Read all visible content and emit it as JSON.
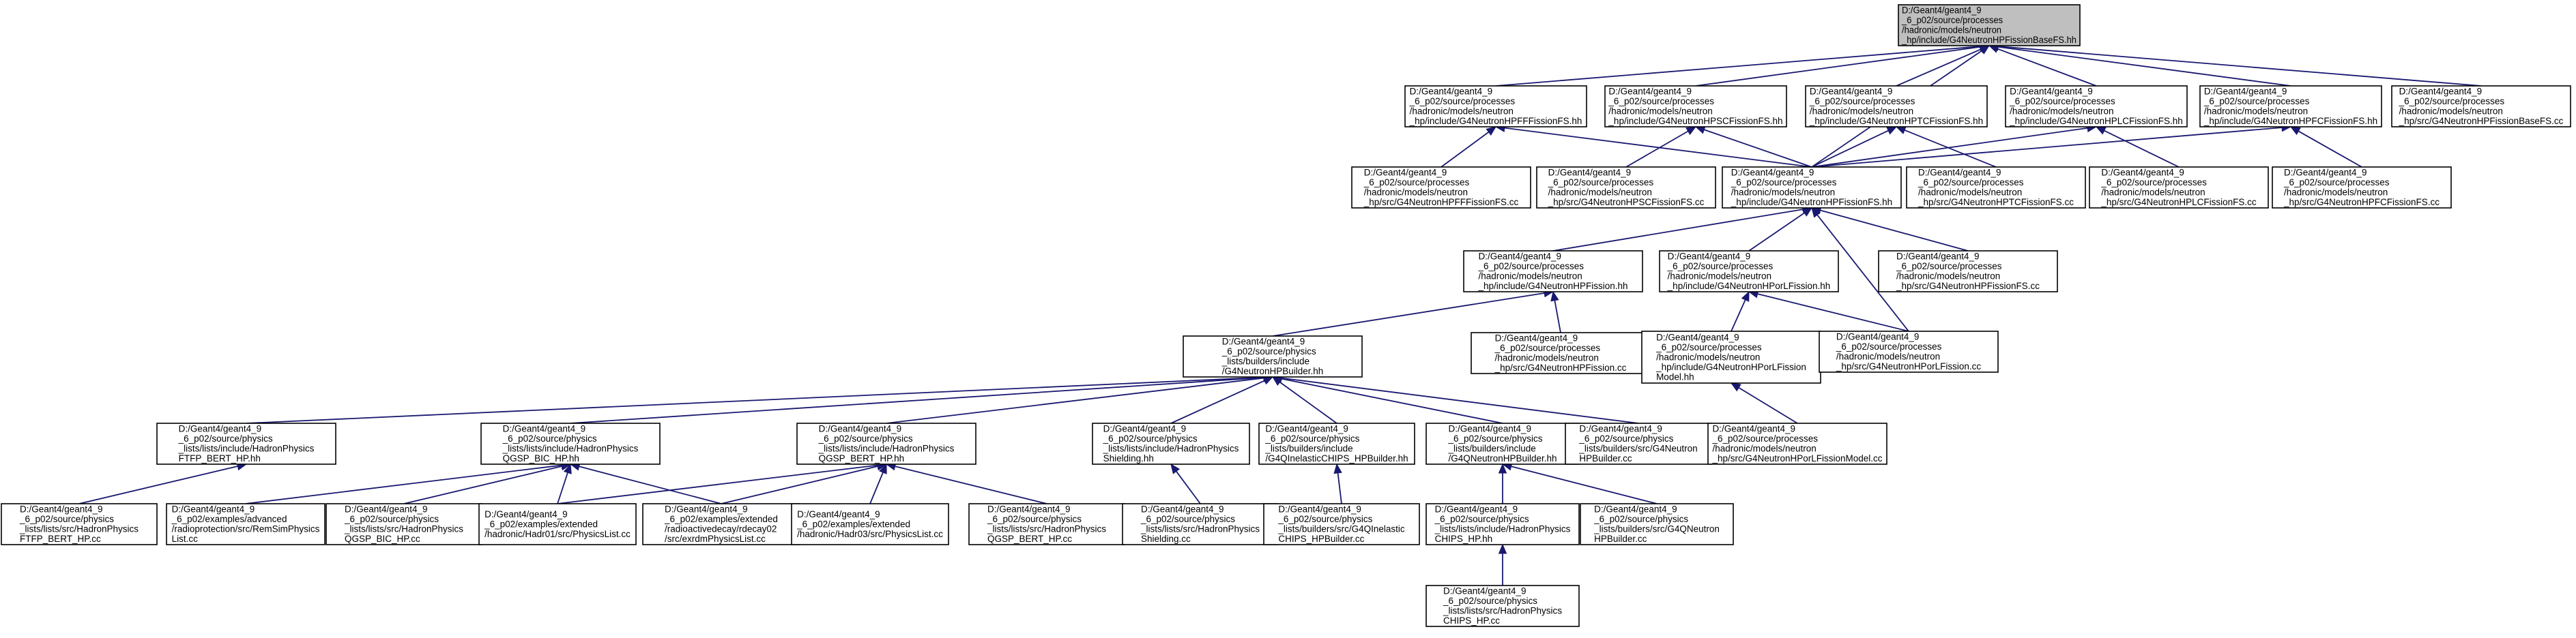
{
  "diagram": {
    "colors": {
      "edge": "#191970",
      "root_fill": "#bfbfbf",
      "node_fill": "#ffffff",
      "node_border": "#000000"
    },
    "nodes": [
      {
        "id": "root",
        "lines": [
          "D:/Geant4/geant4_9",
          "_6_p02/source/processes",
          "/hadronic/models/neutron",
          "_hp/include/G4NeutronHPFissionBaseFS.hh"
        ]
      },
      {
        "id": "ffffs_hh",
        "lines": [
          "D:/Geant4/geant4_9",
          "_6_p02/source/processes",
          "/hadronic/models/neutron",
          "_hp/include/G4NeutronHPFFFissionFS.hh"
        ]
      },
      {
        "id": "scfs_hh",
        "lines": [
          "D:/Geant4/geant4_9",
          "_6_p02/source/processes",
          "/hadronic/models/neutron",
          "_hp/include/G4NeutronHPSCFissionFS.hh"
        ]
      },
      {
        "id": "tcfs_hh",
        "lines": [
          "D:/Geant4/geant4_9",
          "_6_p02/source/processes",
          "/hadronic/models/neutron",
          "_hp/include/G4NeutronHPTCFissionFS.hh"
        ]
      },
      {
        "id": "lcfs_hh",
        "lines": [
          "D:/Geant4/geant4_9",
          "_6_p02/source/processes",
          "/hadronic/models/neutron",
          "_hp/include/G4NeutronHPLCFissionFS.hh"
        ]
      },
      {
        "id": "fcfs_hh",
        "lines": [
          "D:/Geant4/geant4_9",
          "_6_p02/source/processes",
          "/hadronic/models/neutron",
          "_hp/include/G4NeutronHPFCFissionFS.hh"
        ]
      },
      {
        "id": "basefs_cc",
        "lines": [
          "D:/Geant4/geant4_9",
          "_6_p02/source/processes",
          "/hadronic/models/neutron",
          "_hp/src/G4NeutronHPFissionBaseFS.cc"
        ]
      },
      {
        "id": "ffffs_cc",
        "lines": [
          "D:/Geant4/geant4_9",
          "_6_p02/source/processes",
          "/hadronic/models/neutron",
          "_hp/src/G4NeutronHPFFFissionFS.cc"
        ]
      },
      {
        "id": "scfs_cc",
        "lines": [
          "D:/Geant4/geant4_9",
          "_6_p02/source/processes",
          "/hadronic/models/neutron",
          "_hp/src/G4NeutronHPSCFissionFS.cc"
        ]
      },
      {
        "id": "fissionfs_hh",
        "lines": [
          "D:/Geant4/geant4_9",
          "_6_p02/source/processes",
          "/hadronic/models/neutron",
          "_hp/include/G4NeutronHPFissionFS.hh"
        ]
      },
      {
        "id": "tcfs_cc",
        "lines": [
          "D:/Geant4/geant4_9",
          "_6_p02/source/processes",
          "/hadronic/models/neutron",
          "_hp/src/G4NeutronHPTCFissionFS.cc"
        ]
      },
      {
        "id": "lcfs_cc",
        "lines": [
          "D:/Geant4/geant4_9",
          "_6_p02/source/processes",
          "/hadronic/models/neutron",
          "_hp/src/G4NeutronHPLCFissionFS.cc"
        ]
      },
      {
        "id": "fcfs_cc",
        "lines": [
          "D:/Geant4/geant4_9",
          "_6_p02/source/processes",
          "/hadronic/models/neutron",
          "_hp/src/G4NeutronHPFCFissionFS.cc"
        ]
      },
      {
        "id": "fission_hh",
        "lines": [
          "D:/Geant4/geant4_9",
          "_6_p02/source/processes",
          "/hadronic/models/neutron",
          "_hp/include/G4NeutronHPFission.hh"
        ]
      },
      {
        "id": "porlfission_hh",
        "lines": [
          "D:/Geant4/geant4_9",
          "_6_p02/source/processes",
          "/hadronic/models/neutron",
          "_hp/include/G4NeutronHPorLFission.hh"
        ]
      },
      {
        "id": "fissionfs_cc",
        "lines": [
          "D:/Geant4/geant4_9",
          "_6_p02/source/processes",
          "/hadronic/models/neutron",
          "_hp/src/G4NeutronHPFissionFS.cc"
        ]
      },
      {
        "id": "fission_cc",
        "lines": [
          "D:/Geant4/geant4_9",
          "_6_p02/source/processes",
          "/hadronic/models/neutron",
          "_hp/src/G4NeutronHPFission.cc"
        ]
      },
      {
        "id": "hpbuilder_hh",
        "lines": [
          "D:/Geant4/geant4_9",
          "_6_p02/source/physics",
          "_lists/builders/include",
          "/G4NeutronHPBuilder.hh"
        ]
      },
      {
        "id": "porlfissionmodel_hh",
        "lines": [
          "D:/Geant4/geant4_9",
          "_6_p02/source/processes",
          "/hadronic/models/neutron",
          "_hp/include/G4NeutronHPorLFission",
          "Model.hh"
        ]
      },
      {
        "id": "porlfission_cc",
        "lines": [
          "D:/Geant4/geant4_9",
          "_6_p02/source/processes",
          "/hadronic/models/neutron",
          "_hp/src/G4NeutronHPorLFission.cc"
        ]
      },
      {
        "id": "ftfp_hh",
        "lines": [
          "D:/Geant4/geant4_9",
          "_6_p02/source/physics",
          "_lists/lists/include/HadronPhysics",
          "FTFP_BERT_HP.hh"
        ]
      },
      {
        "id": "qgspbic_hh",
        "lines": [
          "D:/Geant4/geant4_9",
          "_6_p02/source/physics",
          "_lists/lists/include/HadronPhysics",
          "QGSP_BIC_HP.hh"
        ]
      },
      {
        "id": "qgspbert_hh",
        "lines": [
          "D:/Geant4/geant4_9",
          "_6_p02/source/physics",
          "_lists/lists/include/HadronPhysics",
          "QGSP_BERT_HP.hh"
        ]
      },
      {
        "id": "shielding_hh",
        "lines": [
          "D:/Geant4/geant4_9",
          "_6_p02/source/physics",
          "_lists/lists/include/HadronPhysics",
          "Shielding.hh"
        ]
      },
      {
        "id": "chipsbuilder_hh",
        "lines": [
          "D:/Geant4/geant4_9",
          "_6_p02/source/physics",
          "_lists/builders/include",
          "/G4QInelasticCHIPS_HPBuilder.hh"
        ]
      },
      {
        "id": "qneutronbuilder_hh",
        "lines": [
          "D:/Geant4/geant4_9",
          "_6_p02/source/physics",
          "_lists/builders/include",
          "/G4QNeutronHPBuilder.hh"
        ]
      },
      {
        "id": "hpbuilder_cc",
        "lines": [
          "D:/Geant4/geant4_9",
          "_6_p02/source/physics",
          "_lists/builders/src/G4Neutron",
          "HPBuilder.cc"
        ]
      },
      {
        "id": "porlfissionmodel_cc",
        "lines": [
          "D:/Geant4/geant4_9",
          "_6_p02/source/processes",
          "/hadronic/models/neutron",
          "_hp/src/G4NeutronHPorLFissionModel.cc"
        ]
      },
      {
        "id": "ftfp_cc",
        "lines": [
          "D:/Geant4/geant4_9",
          "_6_p02/source/physics",
          "_lists/lists/src/HadronPhysics",
          "FTFP_BERT_HP.cc"
        ]
      },
      {
        "id": "remsim_cc",
        "lines": [
          "D:/Geant4/geant4_9",
          "_6_p02/examples/advanced",
          "/radioprotection/src/RemSimPhysics",
          "List.cc"
        ]
      },
      {
        "id": "qgspbic_cc",
        "lines": [
          "D:/Geant4/geant4_9",
          "_6_p02/source/physics",
          "_lists/lists/src/HadronPhysics",
          "QGSP_BIC_HP.cc"
        ]
      },
      {
        "id": "had01_cc",
        "lines": [
          "D:/Geant4/geant4_9",
          "_6_p02/examples/extended",
          "/hadronic/Hadr01/src/PhysicsList.cc"
        ]
      },
      {
        "id": "rdecay_cc",
        "lines": [
          "D:/Geant4/geant4_9",
          "_6_p02/examples/extended",
          "/radioactivedecay/rdecay02",
          "/src/exrdmPhysicsList.cc"
        ]
      },
      {
        "id": "had03_cc",
        "lines": [
          "D:/Geant4/geant4_9",
          "_6_p02/examples/extended",
          "/hadronic/Hadr03/src/PhysicsList.cc"
        ]
      },
      {
        "id": "qgspbert_cc",
        "lines": [
          "D:/Geant4/geant4_9",
          "_6_p02/source/physics",
          "_lists/lists/src/HadronPhysics",
          "QGSP_BERT_HP.cc"
        ]
      },
      {
        "id": "shielding_cc",
        "lines": [
          "D:/Geant4/geant4_9",
          "_6_p02/source/physics",
          "_lists/lists/src/HadronPhysics",
          "Shielding.cc"
        ]
      },
      {
        "id": "chipsbuilder_cc",
        "lines": [
          "D:/Geant4/geant4_9",
          "_6_p02/source/physics",
          "_lists/builders/src/G4QInelastic",
          "CHIPS_HPBuilder.cc"
        ]
      },
      {
        "id": "chipshp_hh",
        "lines": [
          "D:/Geant4/geant4_9",
          "_6_p02/source/physics",
          "_lists/lists/include/HadronPhysics",
          "CHIPS_HP.hh"
        ]
      },
      {
        "id": "qneutronbuilder_cc",
        "lines": [
          "D:/Geant4/geant4_9",
          "_6_p02/source/physics",
          "_lists/builders/src/G4QNeutron",
          "HPBuilder.cc"
        ]
      },
      {
        "id": "chipshp_cc",
        "lines": [
          "D:/Geant4/geant4_9",
          "_6_p02/source/physics",
          "_lists/lists/src/HadronPhysics",
          "CHIPS_HP.cc"
        ]
      }
    ],
    "edges": [
      {
        "from": "ffffs_hh",
        "to": "root"
      },
      {
        "from": "scfs_hh",
        "to": "root"
      },
      {
        "from": "tcfs_hh",
        "to": "root"
      },
      {
        "from": "lcfs_hh",
        "to": "root"
      },
      {
        "from": "fcfs_hh",
        "to": "root"
      },
      {
        "from": "basefs_cc",
        "to": "root"
      },
      {
        "from": "fissionfs_hh",
        "to": "root"
      },
      {
        "from": "ffffs_cc",
        "to": "ffffs_hh"
      },
      {
        "from": "fissionfs_hh",
        "to": "ffffs_hh"
      },
      {
        "from": "scfs_cc",
        "to": "scfs_hh"
      },
      {
        "from": "fissionfs_hh",
        "to": "scfs_hh"
      },
      {
        "from": "fissionfs_hh",
        "to": "tcfs_hh"
      },
      {
        "from": "tcfs_cc",
        "to": "tcfs_hh"
      },
      {
        "from": "fissionfs_hh",
        "to": "lcfs_hh"
      },
      {
        "from": "lcfs_cc",
        "to": "lcfs_hh"
      },
      {
        "from": "fissionfs_hh",
        "to": "fcfs_hh"
      },
      {
        "from": "fcfs_cc",
        "to": "fcfs_hh"
      },
      {
        "from": "fission_hh",
        "to": "fissionfs_hh"
      },
      {
        "from": "porlfission_hh",
        "to": "fissionfs_hh"
      },
      {
        "from": "fissionfs_cc",
        "to": "fissionfs_hh"
      },
      {
        "from": "porlfission_cc",
        "to": "fissionfs_hh"
      },
      {
        "from": "fission_cc",
        "to": "fission_hh"
      },
      {
        "from": "hpbuilder_hh",
        "to": "fission_hh"
      },
      {
        "from": "porlfissionmodel_hh",
        "to": "porlfission_hh"
      },
      {
        "from": "porlfission_cc",
        "to": "porlfission_hh"
      },
      {
        "from": "porlfissionmodel_cc",
        "to": "porlfissionmodel_hh"
      },
      {
        "from": "ftfp_hh",
        "to": "hpbuilder_hh"
      },
      {
        "from": "qgspbic_hh",
        "to": "hpbuilder_hh"
      },
      {
        "from": "qgspbert_hh",
        "to": "hpbuilder_hh"
      },
      {
        "from": "shielding_hh",
        "to": "hpbuilder_hh"
      },
      {
        "from": "chipsbuilder_hh",
        "to": "hpbuilder_hh"
      },
      {
        "from": "qneutronbuilder_hh",
        "to": "hpbuilder_hh"
      },
      {
        "from": "hpbuilder_cc",
        "to": "hpbuilder_hh"
      },
      {
        "from": "ftfp_cc",
        "to": "ftfp_hh"
      },
      {
        "from": "remsim_cc",
        "to": "qgspbic_hh"
      },
      {
        "from": "qgspbic_cc",
        "to": "qgspbic_hh"
      },
      {
        "from": "had01_cc",
        "to": "qgspbic_hh"
      },
      {
        "from": "rdecay_cc",
        "to": "qgspbic_hh"
      },
      {
        "from": "had01_cc",
        "to": "qgspbert_hh"
      },
      {
        "from": "rdecay_cc",
        "to": "qgspbert_hh"
      },
      {
        "from": "had03_cc",
        "to": "qgspbert_hh"
      },
      {
        "from": "qgspbert_cc",
        "to": "qgspbert_hh"
      },
      {
        "from": "shielding_cc",
        "to": "shielding_hh"
      },
      {
        "from": "chipsbuilder_cc",
        "to": "chipsbuilder_hh"
      },
      {
        "from": "chipshp_hh",
        "to": "qneutronbuilder_hh"
      },
      {
        "from": "qneutronbuilder_cc",
        "to": "qneutronbuilder_hh"
      },
      {
        "from": "chipshp_cc",
        "to": "chipshp_hh"
      }
    ]
  }
}
